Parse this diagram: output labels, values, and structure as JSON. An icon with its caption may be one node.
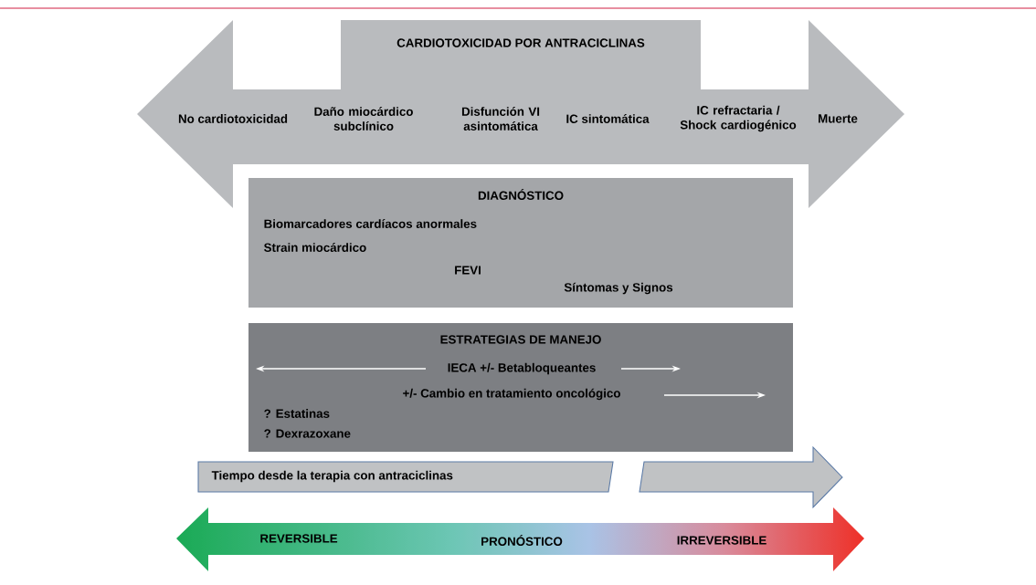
{
  "diagram": {
    "nodes": [
      {
        "text": [
          "CARDIOTOXICIDAD POR ANTRACICLINAS",
          "No cardiotoxicidad",
          "Daño miocárdico subclínico",
          "Disfunción VI asintomática",
          "IC sintomática",
          "IC refractaria / Shock cardiogénico",
          "Muerte"
        ]
      },
      {
        "text": [
          "DIAGNÓSTICO",
          "Biomarcadores cardíacos anormales",
          "Strain miocárdico",
          "FEVI",
          "Síntomas y Signos"
        ]
      },
      {
        "text": [
          "ESTRATEGIAS DE MANEJO",
          "IECA +/- Betabloqueantes",
          "+/- Cambio en tratamiento oncológico",
          "? Estatinas",
          "? Dexrazoxane"
        ]
      },
      {
        "text": [
          "Tiempo desde la terapia con antraciclinas"
        ]
      },
      {
        "text": [
          "REVERSIBLE",
          "PRONÓSTICO",
          "IRREVERSIBLE"
        ]
      }
    ]
  }
}
